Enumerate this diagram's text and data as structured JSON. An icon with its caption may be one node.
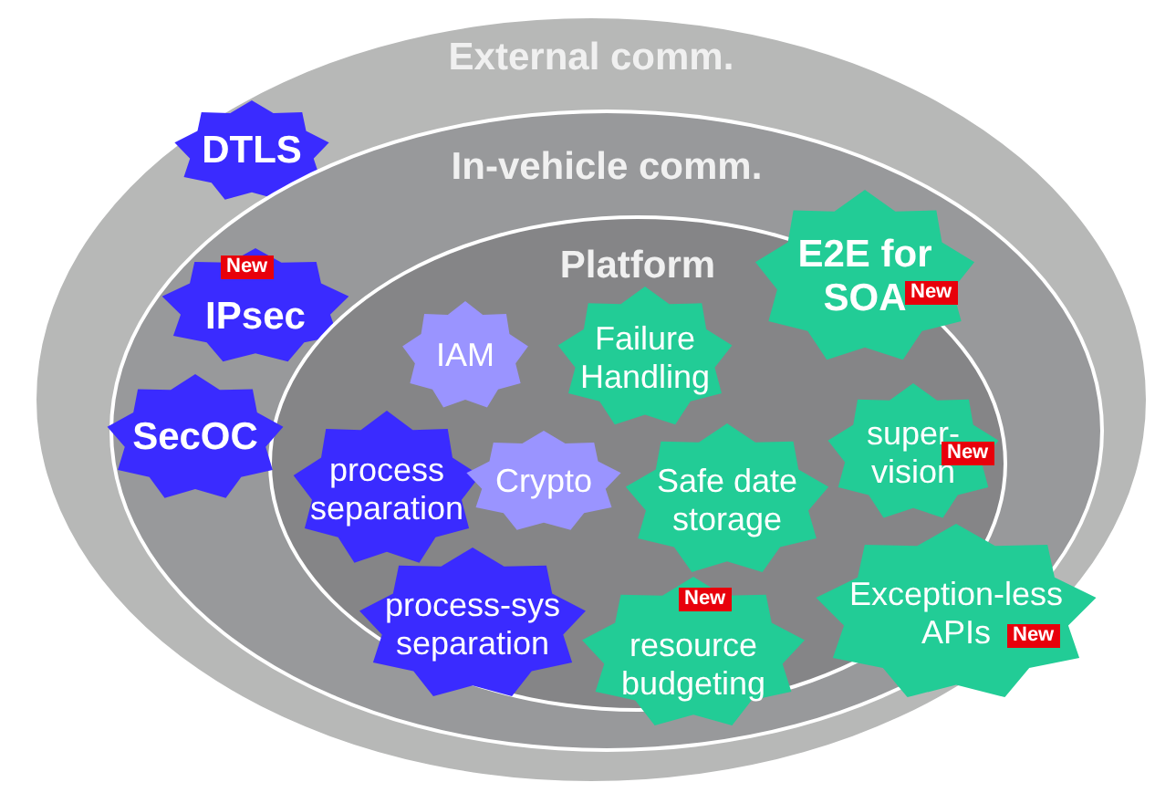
{
  "diagram": {
    "nodes": [
      {
        "text": [
          "External comm."
        ]
      },
      {
        "text": [
          "DTLS"
        ],
        "in": 0
      },
      {
        "text": [
          "In-vehicle comm."
        ],
        "in": 0
      },
      {
        "text": [
          "New",
          "IPsec"
        ],
        "in": 2
      },
      {
        "text": [
          "Platform"
        ],
        "in": 2
      },
      {
        "text": [
          "E2E for SOA",
          "New"
        ],
        "in": 2
      },
      {
        "text": [
          "IAM"
        ],
        "in": 4
      },
      {
        "text": [
          "Failure Handling"
        ],
        "in": 4
      },
      {
        "text": [
          "SecOC"
        ],
        "in": 2
      },
      {
        "text": [
          "process separation"
        ],
        "in": 4
      },
      {
        "text": [
          "Crypto"
        ],
        "in": 4
      },
      {
        "text": [
          "Safe date storage"
        ],
        "in": 4
      },
      {
        "text": [
          "super-vision",
          "New"
        ],
        "in": 4
      },
      {
        "text": [
          "process-sys separation"
        ],
        "in": 4
      },
      {
        "text": [
          "New",
          "resource budgeting"
        ],
        "in": 4
      },
      {
        "text": [
          "Exception-less APIs",
          "New"
        ],
        "in": 2
      }
    ]
  }
}
